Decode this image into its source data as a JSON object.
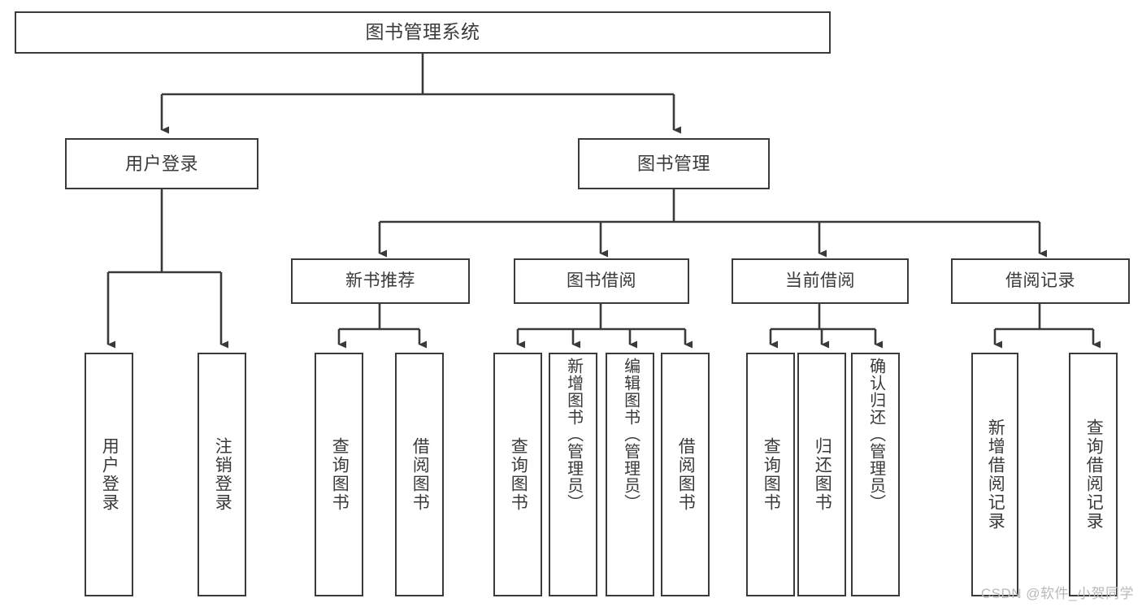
{
  "diagram": {
    "title": "图书管理系统",
    "type": "tree",
    "colors": {
      "stroke": "#3a3a3a",
      "fill": "#ffffff",
      "text": "#3a3a3a",
      "watermark": "#b9b9b9"
    },
    "nodes": {
      "root": {
        "label": "图书管理系统"
      },
      "level1": [
        {
          "id": "user-login",
          "label": "用户登录"
        },
        {
          "id": "book-manage",
          "label": "图书管理"
        }
      ],
      "level2": [
        {
          "id": "new-book-recommend",
          "label": "新书推荐"
        },
        {
          "id": "book-borrow",
          "label": "图书借阅"
        },
        {
          "id": "current-borrow",
          "label": "当前借阅"
        },
        {
          "id": "borrow-record",
          "label": "借阅记录"
        }
      ],
      "leaves": {
        "user_login": [
          {
            "id": "leaf-user-login",
            "label": "用户登录"
          },
          {
            "id": "leaf-logout-login",
            "label": "注销登录"
          }
        ],
        "new_book_recommend": [
          {
            "id": "leaf-query-book-1",
            "label": "查询图书"
          },
          {
            "id": "leaf-borrow-book-1",
            "label": "借阅图书"
          }
        ],
        "book_borrow": [
          {
            "id": "leaf-query-book-2",
            "label": "查询图书"
          },
          {
            "id": "leaf-add-book",
            "label": "新增图书（管理员）"
          },
          {
            "id": "leaf-edit-book",
            "label": "编辑图书（管理员）"
          },
          {
            "id": "leaf-borrow-book-2",
            "label": "借阅图书"
          }
        ],
        "current_borrow": [
          {
            "id": "leaf-query-book-3",
            "label": "查询图书"
          },
          {
            "id": "leaf-return-book",
            "label": "归还图书"
          },
          {
            "id": "leaf-confirm-return",
            "label": "确认归还（管理员）"
          }
        ],
        "borrow_record": [
          {
            "id": "leaf-add-borrow-record",
            "label": "新增借阅记录"
          },
          {
            "id": "leaf-query-borrow-record",
            "label": "查询借阅记录"
          }
        ]
      }
    }
  },
  "watermark": {
    "text": "CSDN @软件_小贺同学"
  }
}
